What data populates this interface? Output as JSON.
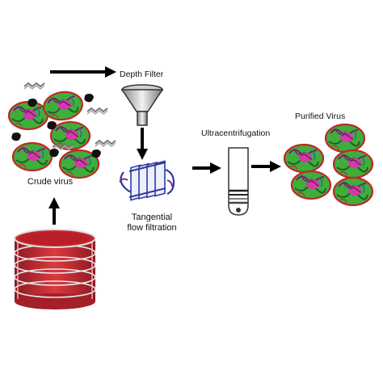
{
  "labels": {
    "depth_filter": "Depth Filter",
    "crude_virus": "Crude virus",
    "tangential_line1": "Tangential",
    "tangential_line2": "flow filtration",
    "ultracentrifugation": "Ultracentrifugation",
    "purified_virus": "Purified Virus"
  },
  "icons": {
    "virus_particle": "virus-particle-icon",
    "funnel": "funnel-icon",
    "tff_cassette": "tangential-flow-cassette-icon",
    "centrifuge_tube": "centrifuge-tube-icon",
    "petri_dish_stack": "petri-dish-stack-icon",
    "arrow": "arrow-icon"
  },
  "colors": {
    "virus_green": "#3fae3a",
    "virus_red_outline": "#c0282a",
    "virus_magenta": "#d23aa8",
    "arrow": "#000000",
    "petri_red": "#c8262f",
    "cassette_blue": "#2f3b9c"
  }
}
